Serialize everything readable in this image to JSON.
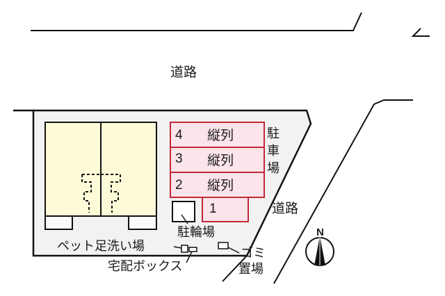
{
  "diagram": {
    "type": "site-plan",
    "colors": {
      "lot_fill": "#f2f2f2",
      "building_fill": "#fefbd8",
      "parking_fill": "#fbe4ea",
      "parking_stroke": "#c0283a",
      "line": "#111111"
    },
    "roads": {
      "north_label": "道路",
      "east_label": "道路"
    },
    "parking": {
      "label_chars": [
        "駐",
        "車",
        "場"
      ],
      "slots": [
        {
          "number": "4",
          "note": "縦列"
        },
        {
          "number": "3",
          "note": "縦列"
        },
        {
          "number": "2",
          "note": "縦列"
        },
        {
          "number": "1",
          "note": ""
        }
      ]
    },
    "facilities": {
      "bicycle_parking": "駐輪場",
      "pet_foot_wash": "ペット足洗い場",
      "delivery_box": "宅配ボックス",
      "garbage_line1": "ゴミ",
      "garbage_line2": "置場"
    },
    "compass": {
      "label": "N"
    }
  }
}
